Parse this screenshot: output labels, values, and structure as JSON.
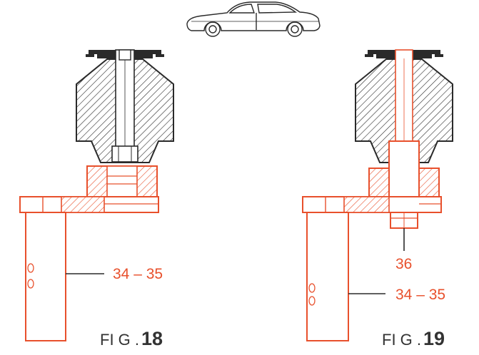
{
  "figures": [
    {
      "prefix": "FI G .",
      "number": "18",
      "callouts": [
        {
          "text": "34 – 35"
        }
      ]
    },
    {
      "prefix": "FI G .",
      "number": "19",
      "callouts": [
        {
          "text": "36"
        },
        {
          "text": "34 – 35"
        }
      ]
    }
  ],
  "colors": {
    "tool_stroke": "#e8502c",
    "body_stroke": "#2a2a2a",
    "label_text": "#e8502c",
    "caption_text": "#333333"
  },
  "icons": {
    "header": "car-icon"
  }
}
